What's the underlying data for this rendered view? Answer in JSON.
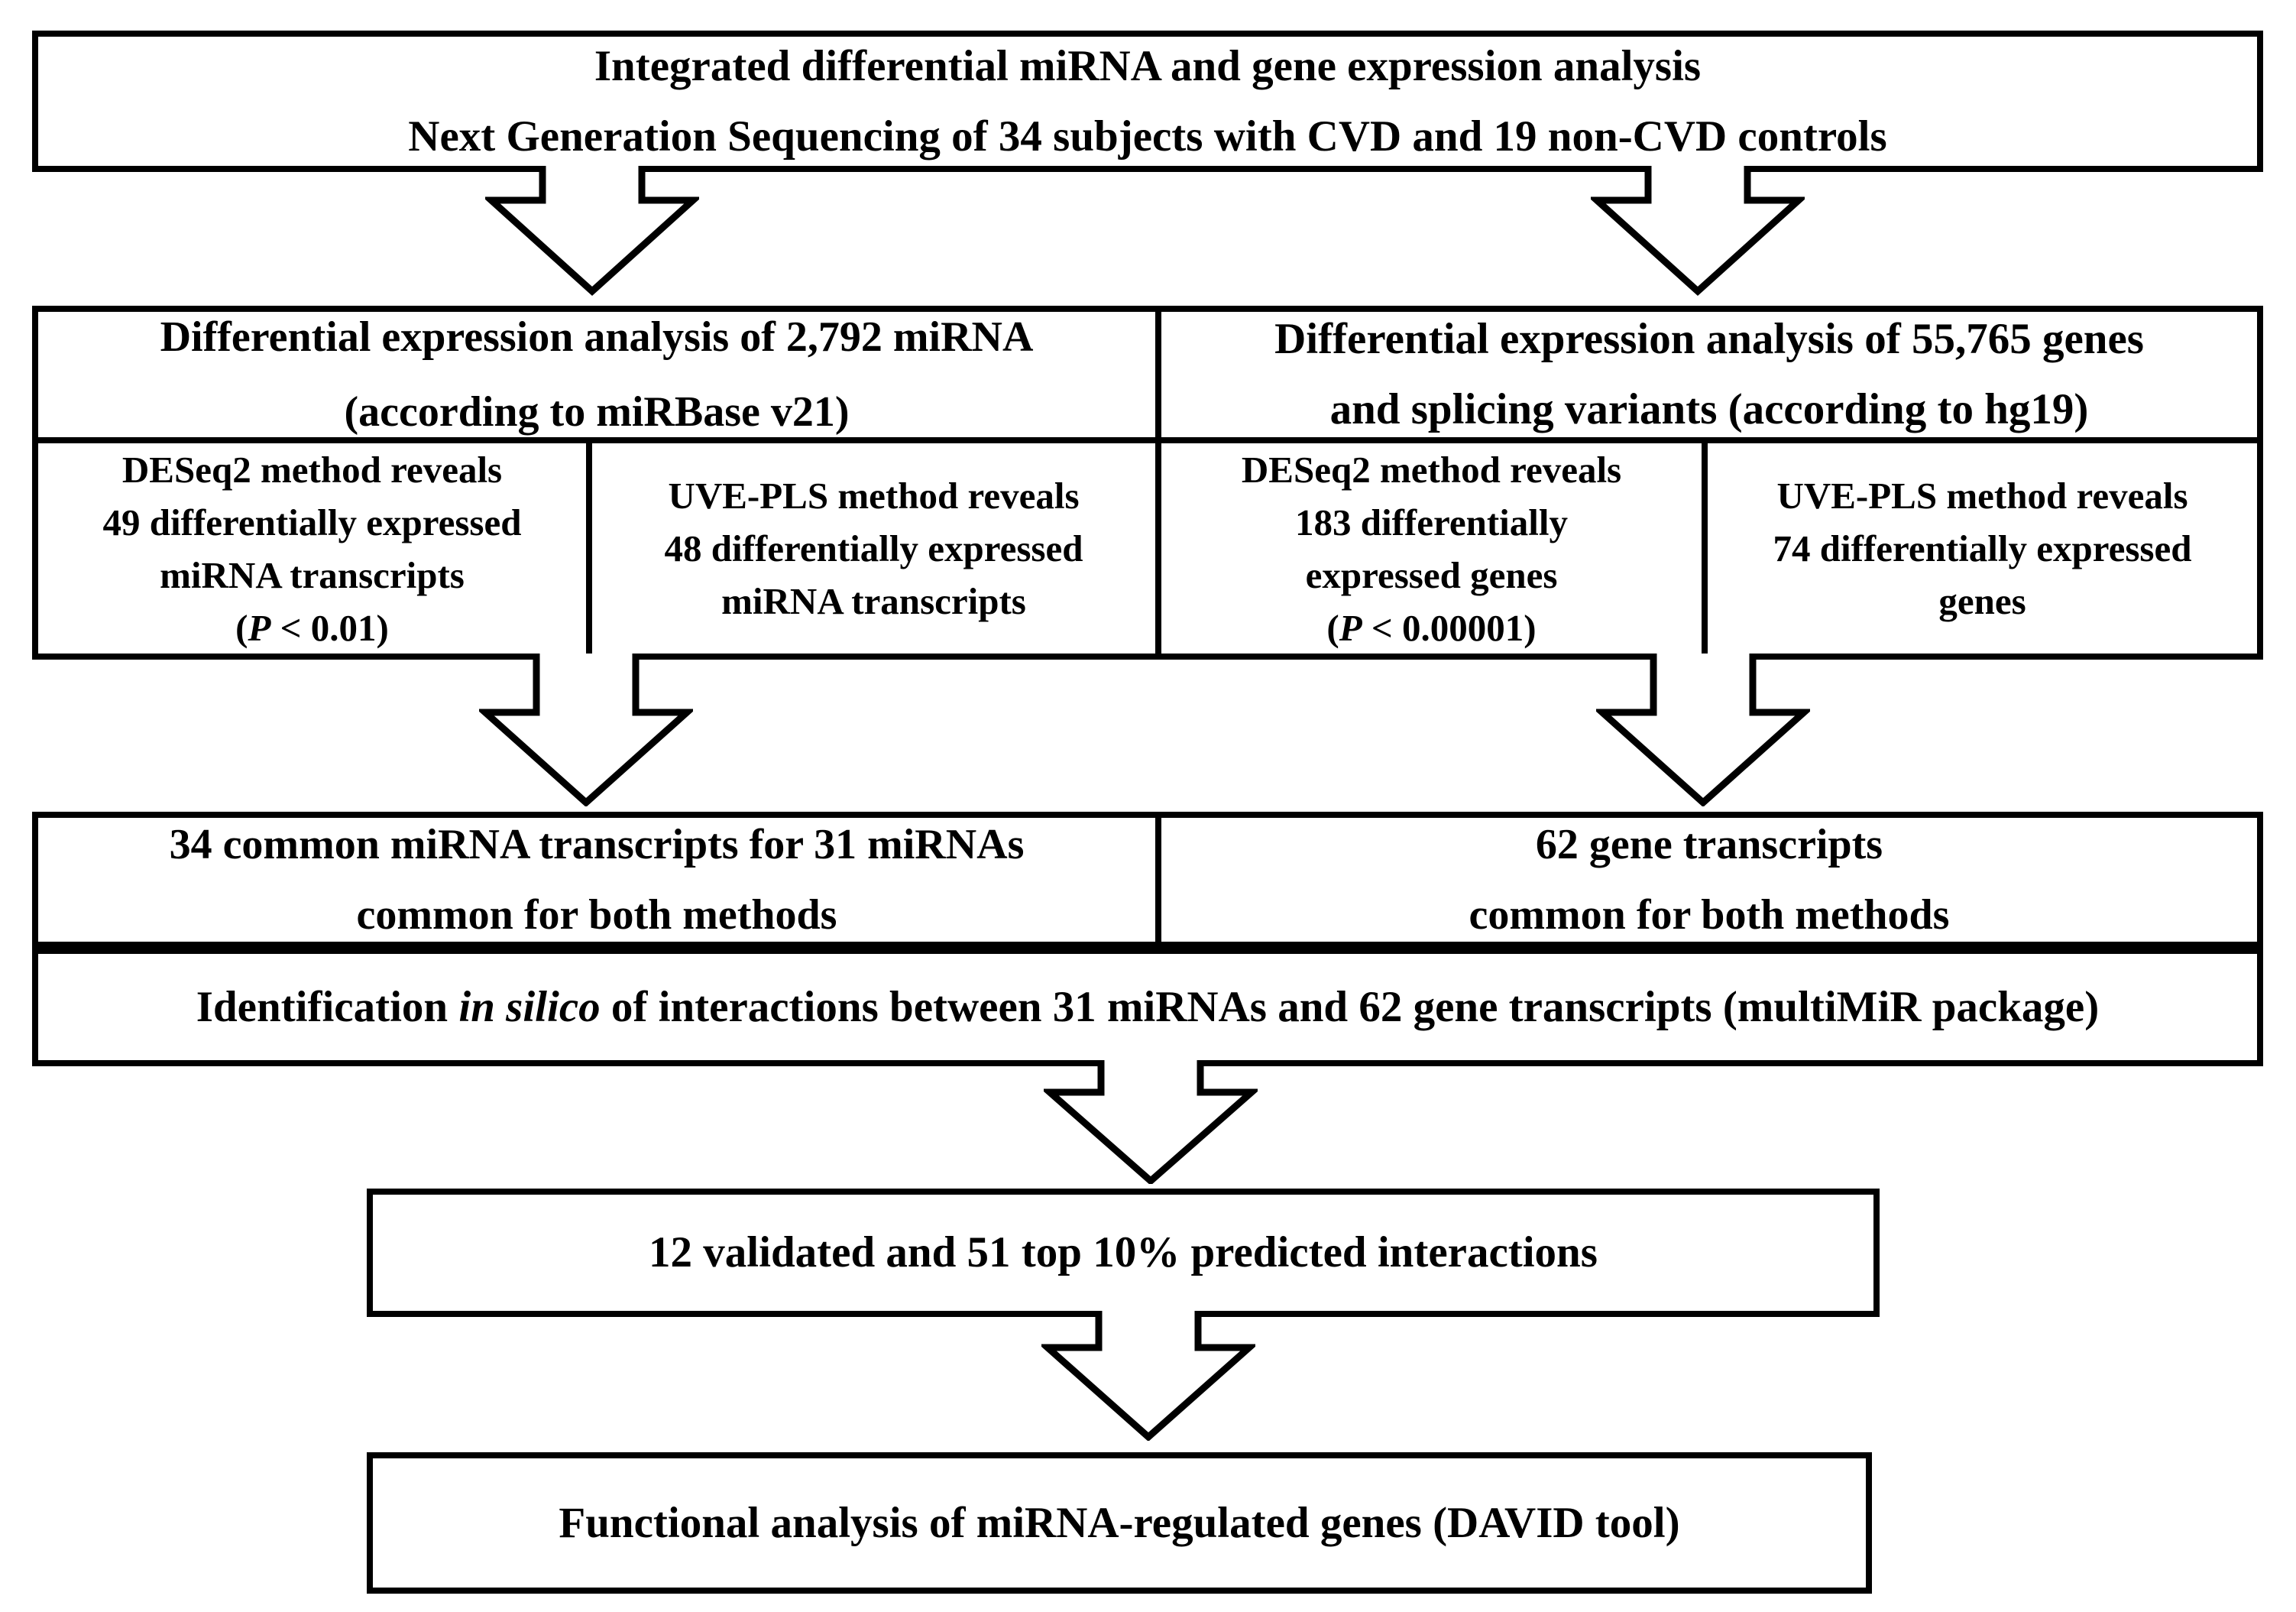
{
  "colors": {
    "ink": "#000000",
    "background": "#ffffff"
  },
  "boxes": {
    "top": {
      "lines": [
        "Integrated differential miRNA and gene expression analysis",
        "Next Generation Sequencing of 34 subjects with CVD and 19 non-CVD controls"
      ]
    },
    "mirna_header": {
      "lines": [
        "Differential expression analysis of 2,792 miRNA",
        "(according to miRBase v21)"
      ]
    },
    "genes_header": {
      "lines": [
        "Differential expression analysis of 55,765 genes",
        "and splicing variants (according to hg19)"
      ]
    },
    "mirna_deseq2": {
      "lines": [
        "DESeq2 method reveals",
        "49 differentially expressed",
        "miRNA transcripts"
      ],
      "pvalue": {
        "pre": "(",
        "italic": "P",
        "post": " < 0.01)"
      }
    },
    "mirna_uvepls": {
      "lines": [
        "UVE-PLS method reveals",
        "48 differentially expressed",
        "miRNA transcripts"
      ]
    },
    "genes_deseq2": {
      "lines": [
        "DESeq2 method reveals",
        "183 differentially",
        "expressed genes"
      ],
      "pvalue": {
        "pre": "(",
        "italic": "P",
        "post": " < 0.00001)"
      }
    },
    "genes_uvepls": {
      "lines": [
        "UVE-PLS method reveals",
        "74 differentially expressed",
        "genes"
      ]
    },
    "mirna_common": {
      "lines": [
        "34 common miRNA transcripts for 31 miRNAs",
        "common for both methods"
      ]
    },
    "genes_common": {
      "lines": [
        "62 gene transcripts",
        "common for both methods"
      ]
    },
    "insilico": {
      "pre": "Identification ",
      "italic": "in silico",
      "post": " of interactions between 31 miRNAs and 62 gene transcripts (multiMiR package)"
    },
    "validated": {
      "text": "12 validated and 51 top 10% predicted interactions"
    },
    "functional": {
      "text": "Functional analysis of miRNA-regulated genes (DAVID tool)"
    }
  }
}
